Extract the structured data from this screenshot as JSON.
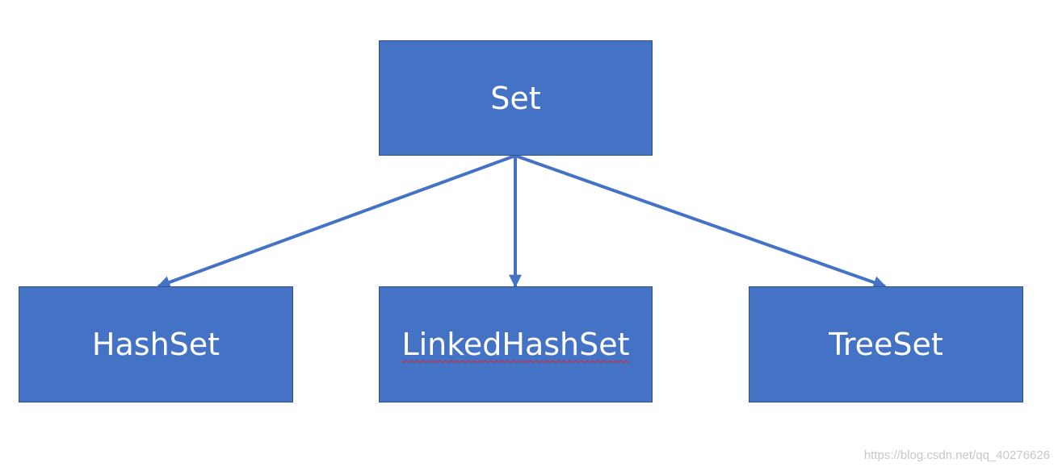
{
  "diagram": {
    "colors": {
      "node_fill": "#4472c4",
      "node_border": "#2f528f",
      "edge": "#4472c4",
      "label": "#ffffff"
    },
    "root": {
      "label": "Set"
    },
    "children": [
      {
        "label": "HashSet"
      },
      {
        "label": "LinkedHashSet"
      },
      {
        "label": "TreeSet"
      }
    ],
    "edges": [
      {
        "from": "Set",
        "to": "HashSet",
        "arrow": "end"
      },
      {
        "from": "Set",
        "to": "LinkedHashSet",
        "arrow": "end"
      },
      {
        "from": "Set",
        "to": "TreeSet",
        "arrow": "end"
      }
    ]
  },
  "watermark": "https://blog.csdn.net/qq_40276626"
}
